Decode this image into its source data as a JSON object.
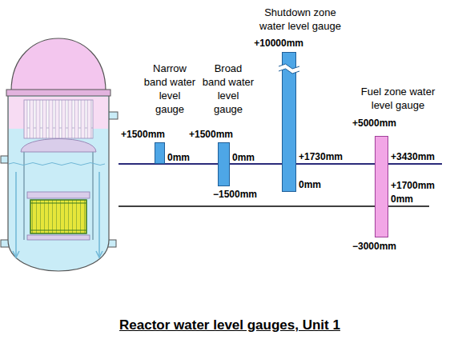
{
  "diagram": {
    "caption": "Reactor water level gauges, Unit 1",
    "nodes": [
      {
        "text": [
          "Narrow band water level gauge"
        ]
      },
      {
        "text": [
          "Broad band water level gauge"
        ]
      },
      {
        "text": [
          "Shutdown zone water level gauge"
        ]
      },
      {
        "text": [
          "Fuel zone water level gauge"
        ]
      }
    ],
    "labels": [
      "+1500mm",
      "0mm",
      "+1500mm",
      "0mm",
      "−1500mm",
      "+10000mm",
      "+1730mm",
      "0mm",
      "+5000mm",
      "+3430mm",
      "+1700mm",
      "0mm",
      "−3000mm"
    ]
  }
}
